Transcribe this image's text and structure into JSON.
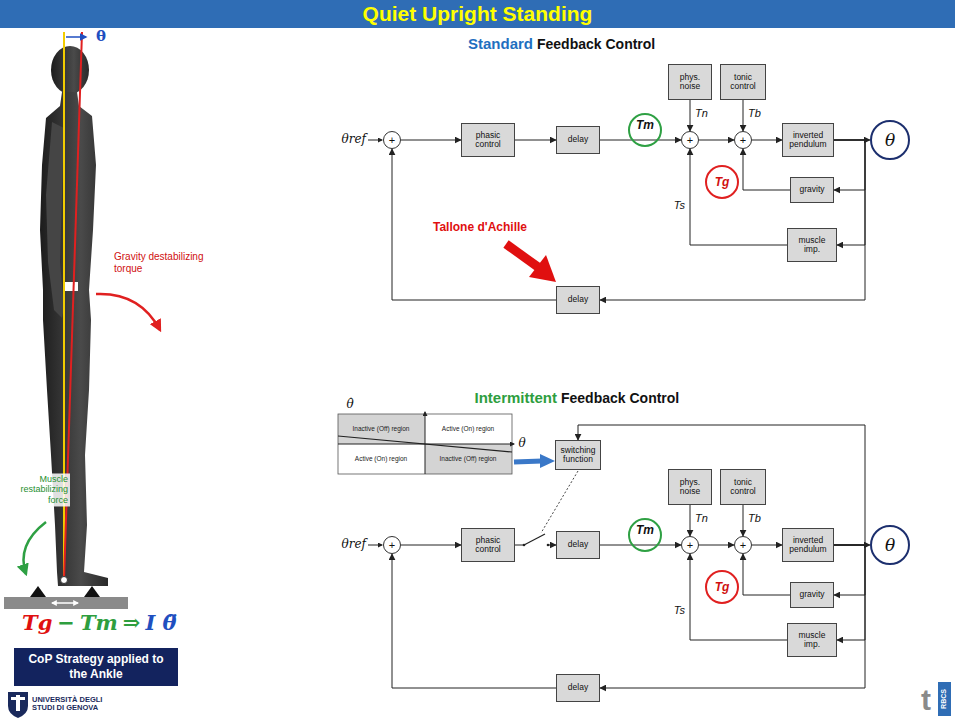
{
  "diagram": {
    "title": "Quiet Upright Standing",
    "nodes": [
      {
        "text": [
          "+"
        ]
      },
      {
        "text": [
          "phasic control"
        ]
      },
      {
        "text": [
          "delay"
        ]
      },
      {
        "text": [
          "Tm"
        ]
      },
      {
        "text": [
          "phys. noise"
        ]
      },
      {
        "text": [
          "tonic control"
        ]
      },
      {
        "text": [
          "+"
        ]
      },
      {
        "text": [
          "+"
        ]
      },
      {
        "text": [
          "inverted pendulum"
        ]
      },
      {
        "text": [
          "θ"
        ]
      },
      {
        "text": [
          "Tg"
        ]
      },
      {
        "text": [
          "gravity"
        ]
      },
      {
        "text": [
          "muscle imp."
        ]
      },
      {
        "text": [
          "delay"
        ]
      },
      {
        "text": [
          "switching function"
        ]
      },
      {
        "text": [
          "+"
        ]
      },
      {
        "text": [
          "phasic control"
        ]
      },
      {
        "text": [
          "delay"
        ]
      },
      {
        "text": [
          "Tm"
        ]
      },
      {
        "text": [
          "phys. noise"
        ]
      },
      {
        "text": [
          "tonic control"
        ]
      },
      {
        "text": [
          "+"
        ]
      },
      {
        "text": [
          "+"
        ]
      },
      {
        "text": [
          "inverted pendulum"
        ]
      },
      {
        "text": [
          "θ"
        ]
      },
      {
        "text": [
          "Tg"
        ]
      },
      {
        "text": [
          "gravity"
        ]
      },
      {
        "text": [
          "muscle imp."
        ]
      },
      {
        "text": [
          "delay"
        ]
      },
      {
        "text": [
          "CoP Strategy applied to the Ankle"
        ]
      }
    ],
    "edges": [
      {
        "from": 0,
        "to": 1,
        "arrow": "to"
      },
      {
        "from": 1,
        "to": 2,
        "arrow": "to"
      },
      {
        "from": 2,
        "to": 6,
        "arrow": "to"
      },
      {
        "from": 4,
        "to": 6,
        "arrow": "to"
      },
      {
        "from": 5,
        "to": 7,
        "arrow": "to"
      },
      {
        "from": 6,
        "to": 7,
        "arrow": "to"
      },
      {
        "from": 7,
        "to": 8,
        "arrow": "to"
      },
      {
        "from": 8,
        "to": 9,
        "arrow": "to"
      },
      {
        "from": 8,
        "to": 11,
        "arrow": "to"
      },
      {
        "from": 11,
        "to": 7,
        "arrow": "to"
      },
      {
        "from": 8,
        "to": 12,
        "arrow": "to"
      },
      {
        "from": 12,
        "to": 6,
        "arrow": "to"
      },
      {
        "from": 8,
        "to": 13,
        "arrow": "to"
      },
      {
        "from": 13,
        "to": 0,
        "arrow": "to"
      },
      {
        "from": 15,
        "to": 16,
        "arrow": "to"
      },
      {
        "from": 16,
        "to": 17,
        "arrow": "to"
      },
      {
        "from": 17,
        "to": 21,
        "arrow": "to"
      },
      {
        "from": 19,
        "to": 21,
        "arrow": "to"
      },
      {
        "from": 20,
        "to": 22,
        "arrow": "to"
      },
      {
        "from": 21,
        "to": 22,
        "arrow": "to"
      },
      {
        "from": 22,
        "to": 23,
        "arrow": "to"
      },
      {
        "from": 23,
        "to": 24,
        "arrow": "to"
      },
      {
        "from": 23,
        "to": 26,
        "arrow": "to"
      },
      {
        "from": 26,
        "to": 22,
        "arrow": "to"
      },
      {
        "from": 23,
        "to": 27,
        "arrow": "to"
      },
      {
        "from": 27,
        "to": 21,
        "arrow": "to"
      },
      {
        "from": 23,
        "to": 28,
        "arrow": "to"
      },
      {
        "from": 28,
        "to": 15,
        "arrow": "to"
      },
      {
        "from": 23,
        "to": 14,
        "arrow": "to"
      }
    ],
    "labels": [
      "Standard",
      "Feedback Control",
      "θref",
      "Tn",
      "Tb",
      "Ts",
      "Tallone d'Achille",
      "Intermittent",
      "Feedback Control",
      "θ̇",
      "θ",
      "Inactive (Off) region",
      "Active (On) region",
      "Active (On) region",
      "Inactive (Off) region",
      "θref",
      "Tn",
      "Tb",
      "Ts",
      "θ",
      "Gravity destabilizing torque",
      "Muscle restabilizing force",
      "Tg",
      "−",
      "Tm",
      "⇒",
      "I θ̈",
      "UNIVERSITÀ DEGLI STUDI DI GENOVA",
      "t",
      "RBCS"
    ]
  }
}
